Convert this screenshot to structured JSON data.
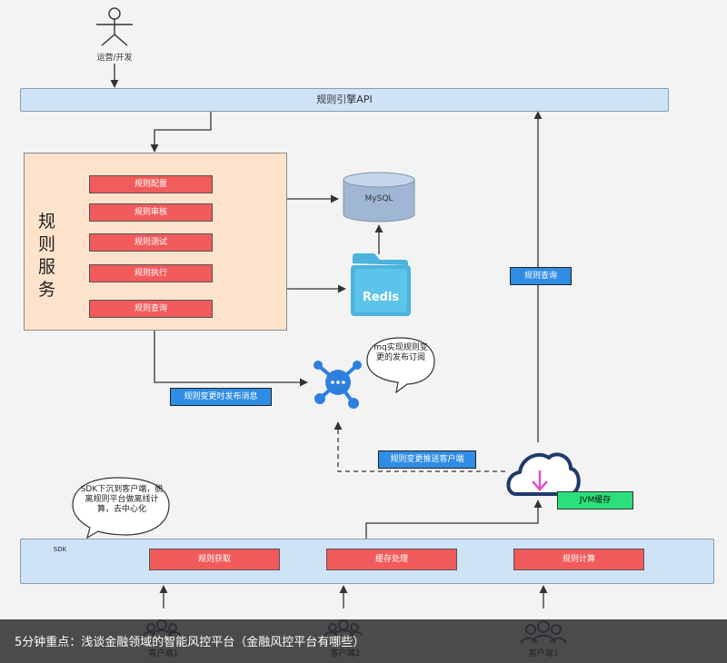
{
  "actor": {
    "label": "运营/开发",
    "icon": "stick-figure-icon"
  },
  "api_bar": {
    "label": "规则引擎API"
  },
  "rule_service": {
    "title": "规则服务",
    "items": [
      "规则配置",
      "规则审核",
      "规则测试",
      "规则执行",
      "规则查询"
    ]
  },
  "storage": {
    "mysql": "MySQL",
    "redis": "Redis"
  },
  "mq": {
    "bubble": "mq实现规则变更的发布订阅",
    "icon": "message-queue-icon"
  },
  "labels": {
    "change_publish": "规则变更时发布消息",
    "push_client": "规则变更推送客户端",
    "rule_query": "规则查询",
    "jvm_cache": "JVM缓存"
  },
  "sdk": {
    "bubble": "SDK下沉到客户端，脱离规则平台做离线计算，去中心化",
    "badge": "SDK",
    "boxes": [
      "规则获取",
      "缓存处理",
      "规则计算"
    ]
  },
  "clients": [
    "客户端1",
    "客户端2",
    "客户端3"
  ],
  "banner": {
    "text": "5分钟重点：浅谈金融领域的智能风控平台（金融风控平台有哪些）"
  },
  "colors": {
    "api_bar": "#cfe3f7",
    "service_bg": "#fde3cc",
    "red": "#f15b5b",
    "blue": "#2f8de4",
    "green": "#2be07a"
  }
}
